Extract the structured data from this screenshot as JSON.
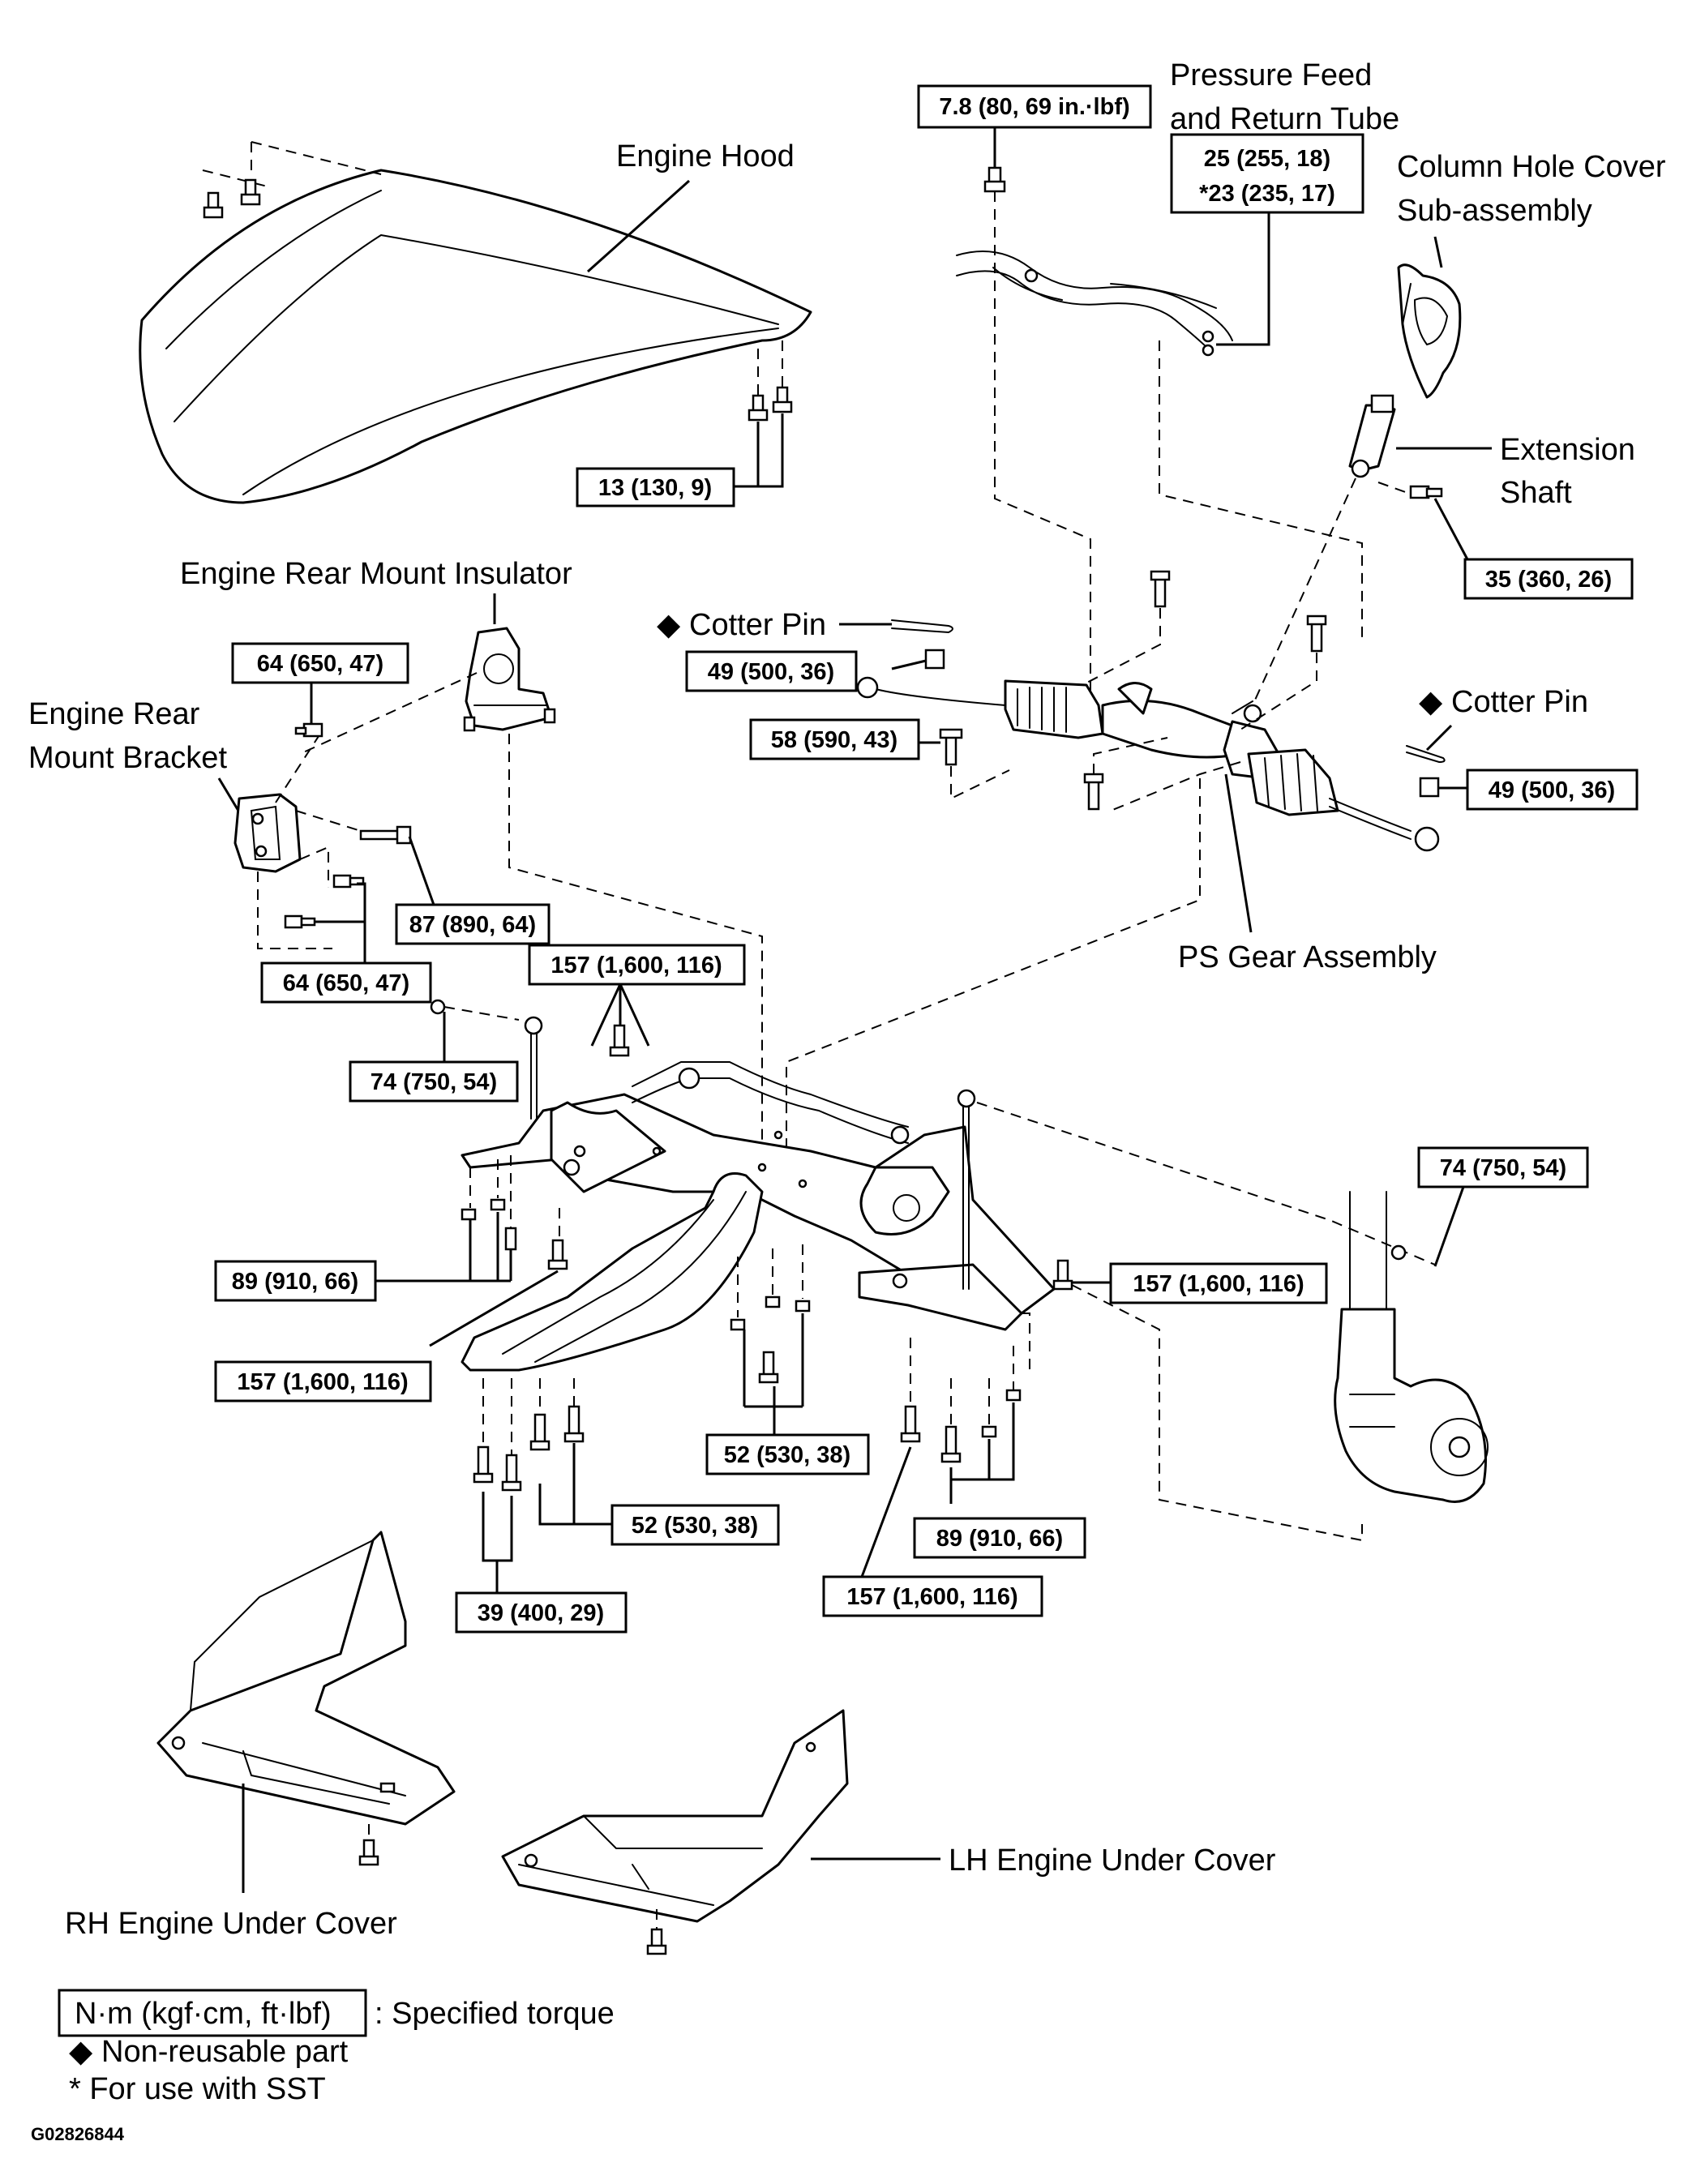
{
  "labels": {
    "engine_hood": "Engine Hood",
    "pressure_feed_1": "Pressure Feed",
    "pressure_feed_2": "and Return Tube",
    "column_hole_1": "Column Hole Cover",
    "column_hole_2": "Sub-assembly",
    "extension_shaft_1": "Extension",
    "extension_shaft_2": "Shaft",
    "engine_rear_mount_insulator": "Engine Rear Mount Insulator",
    "engine_rear_mount_bracket_1": "Engine Rear",
    "engine_rear_mount_bracket_2": "Mount Bracket",
    "cotter_pin_left": "Cotter Pin",
    "cotter_pin_right": "Cotter Pin",
    "ps_gear_assembly": "PS Gear Assembly",
    "rh_engine_under_cover": "RH Engine Under Cover",
    "lh_engine_under_cover": "LH Engine Under Cover"
  },
  "torques": {
    "t_78": "7.8 (80, 69 in.·lbf)",
    "t_25": "25 (255, 18)",
    "t_23": "*23 (235, 17)",
    "t_13": "13 (130, 9)",
    "t_35": "35 (360, 26)",
    "t_64a": "64 (650, 47)",
    "t_49a": "49 (500, 36)",
    "t_58": "58 (590, 43)",
    "t_49b": "49 (500, 36)",
    "t_87": "87 (890, 64)",
    "t_64b": "64 (650, 47)",
    "t_157a": "157 (1,600, 116)",
    "t_74a": "74 (750, 54)",
    "t_74b": "74 (750, 54)",
    "t_89a": "89 (910, 66)",
    "t_157b": "157 (1,600, 116)",
    "t_157c": "157 (1,600, 116)",
    "t_52a": "52 (530, 38)",
    "t_52b": "52 (530, 38)",
    "t_89b": "89 (910, 66)",
    "t_39": "39 (400, 29)",
    "t_157d": "157 (1,600, 116)"
  },
  "legend": {
    "unit_box": "N·m (kgf·cm, ft·lbf)",
    "unit_desc": ": Specified torque",
    "non_reusable": "Non-reusable  part",
    "sst": "* For use with SST"
  },
  "figure_code": "G02826844",
  "icons": {
    "non_reusable_marker": "black-diamond-icon"
  },
  "colors": {
    "ink": "#000000",
    "paper": "#ffffff"
  }
}
